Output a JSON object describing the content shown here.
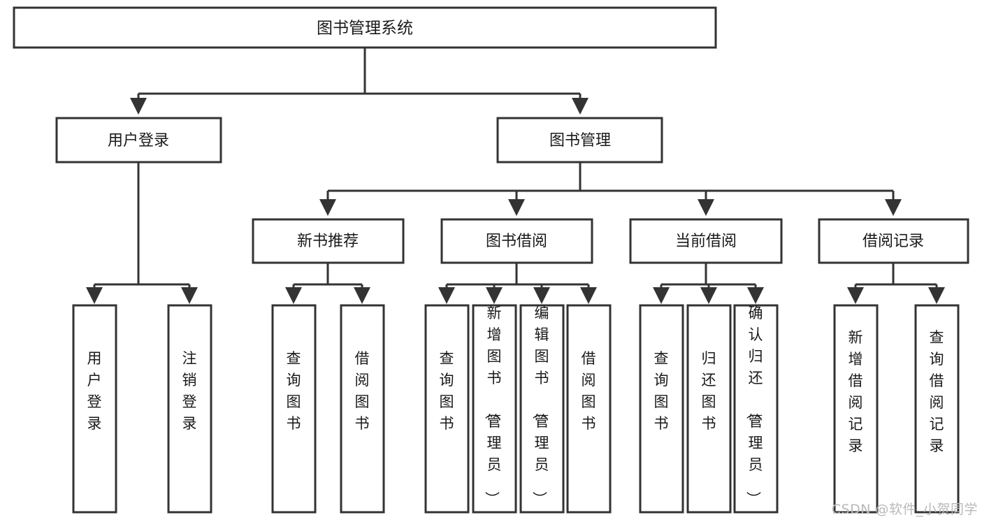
{
  "diagram": {
    "title": "图书管理系统",
    "type": "tree-hierarchy",
    "root": {
      "id": "root",
      "label": "图书管理系统"
    },
    "level2": [
      {
        "id": "user-login",
        "label": "用户登录"
      },
      {
        "id": "book-manage",
        "label": "图书管理"
      }
    ],
    "level3": [
      {
        "id": "new-book-rec",
        "label": "新书推荐",
        "parent": "book-manage"
      },
      {
        "id": "book-borrow",
        "label": "图书借阅",
        "parent": "book-manage"
      },
      {
        "id": "current-borrow",
        "label": "当前借阅",
        "parent": "book-manage"
      },
      {
        "id": "borrow-record",
        "label": "借阅记录",
        "parent": "book-manage"
      }
    ],
    "leaves": {
      "user-login": [
        {
          "id": "leaf-user-login",
          "label": "用户登录"
        },
        {
          "id": "leaf-user-logout",
          "label": "注销登录"
        }
      ],
      "new-book-rec": [
        {
          "id": "leaf-query-book-1",
          "label": "查询图书"
        },
        {
          "id": "leaf-borrow-book-1",
          "label": "借阅图书"
        }
      ],
      "book-borrow": [
        {
          "id": "leaf-query-book-2",
          "label": "查询图书"
        },
        {
          "id": "leaf-add-book",
          "label": "新增图书（管理员）"
        },
        {
          "id": "leaf-edit-book",
          "label": "编辑图书（管理员）"
        },
        {
          "id": "leaf-borrow-book-2",
          "label": "借阅图书"
        }
      ],
      "current-borrow": [
        {
          "id": "leaf-query-book-3",
          "label": "查询图书"
        },
        {
          "id": "leaf-return-book",
          "label": "归还图书"
        },
        {
          "id": "leaf-confirm-return",
          "label": "确认归还（管理员）"
        }
      ],
      "borrow-record": [
        {
          "id": "leaf-add-record",
          "label": "新增借阅记录"
        },
        {
          "id": "leaf-query-record",
          "label": "查询借阅记录"
        }
      ]
    }
  },
  "watermark": {
    "text": "CSDN @软件_小贺同学"
  },
  "colors": {
    "stroke": "#333333",
    "fill": "#ffffff",
    "text": "#1a1a1a",
    "watermark": "#b9b9b9"
  }
}
